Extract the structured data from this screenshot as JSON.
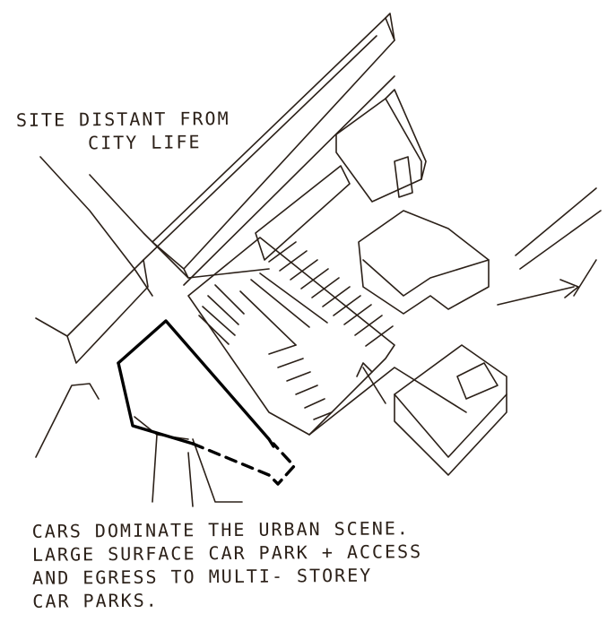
{
  "annotations": {
    "site_note": {
      "lines": [
        "SITE DISTANT FROM",
        "CITY LIFE"
      ]
    },
    "cars_note": {
      "lines": [
        "CARS DOMINATE THE URBAN SCENE.",
        "LARGE SURFACE CAR PARK + ACCESS",
        "AND EGRESS TO MULTI- STOREY",
        "CAR PARKS."
      ]
    }
  },
  "colors": {
    "ink": "#2b2018",
    "site_outline": "#000000",
    "paper": "#ffffff"
  }
}
